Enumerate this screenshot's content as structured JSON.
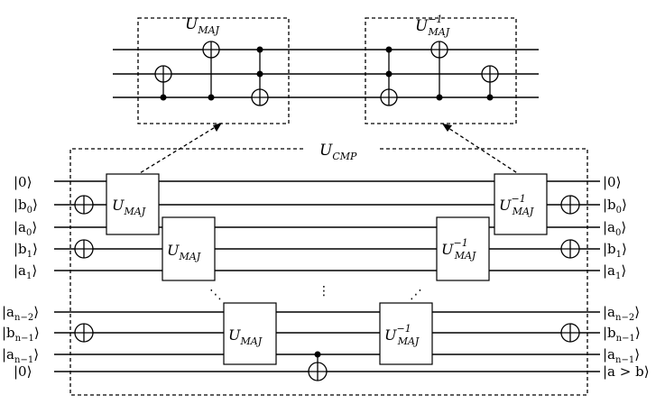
{
  "top_left_gate": {
    "label": "U",
    "sub": "MAJ",
    "sup": ""
  },
  "top_right_gate": {
    "label": "U",
    "sub": "MAJ",
    "sup": "−1"
  },
  "cmp_block": {
    "label": "U",
    "sub": "CMP"
  },
  "gate_maj": {
    "label": "U",
    "sub": "MAJ"
  },
  "gate_maj_inv": {
    "label": "U",
    "sub": "MAJ",
    "sup": "−1"
  },
  "ellipsis": "⋮",
  "ellipsis_diag": "⋰",
  "ellipsis_diag2": "⋱",
  "left_labels": [
    {
      "label": "|0⟩"
    },
    {
      "label": "|b",
      "sub": "0",
      "end": "⟩"
    },
    {
      "label": "|a",
      "sub": "0",
      "end": "⟩"
    },
    {
      "label": "|b",
      "sub": "1",
      "end": "⟩"
    },
    {
      "label": "|a",
      "sub": "1",
      "end": "⟩"
    },
    {
      "label": "|a",
      "sub": "n−2",
      "end": "⟩"
    },
    {
      "label": "|b",
      "sub": "n−1",
      "end": "⟩"
    },
    {
      "label": "|a",
      "sub": "n−1",
      "end": "⟩"
    },
    {
      "label": "|0⟩"
    }
  ],
  "right_labels": [
    {
      "label": "|0⟩"
    },
    {
      "label": "|b",
      "sub": "0",
      "end": "⟩"
    },
    {
      "label": "|a",
      "sub": "0",
      "end": "⟩"
    },
    {
      "label": "|b",
      "sub": "1",
      "end": "⟩"
    },
    {
      "label": "|a",
      "sub": "1",
      "end": "⟩"
    },
    {
      "label": "|a",
      "sub": "n−2",
      "end": "⟩"
    },
    {
      "label": "|b",
      "sub": "n−1",
      "end": "⟩"
    },
    {
      "label": "|a",
      "sub": "n−1",
      "end": "⟩"
    },
    {
      "label": "|a > b⟩"
    }
  ]
}
